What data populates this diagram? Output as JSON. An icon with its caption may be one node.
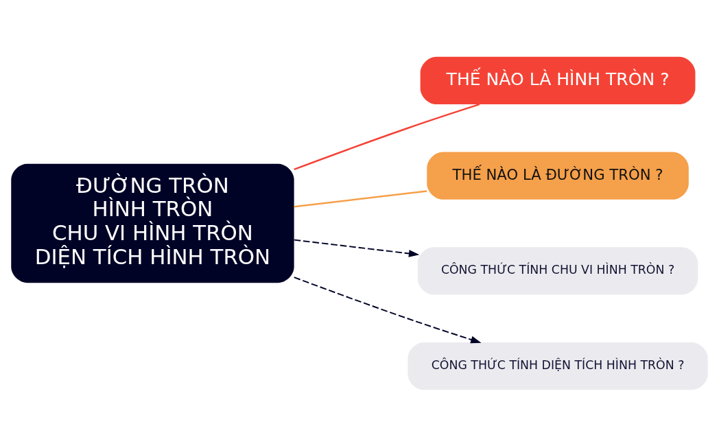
{
  "diagram": {
    "nodes": [
      {
        "text": [
          "ĐƯỜNG TRÒN",
          "HÌNH TRÒN",
          "CHU VI HÌNH TRÒN",
          "DIỆN TÍCH HÌNH TRÒN"
        ]
      },
      {
        "text": [
          "THẾ NÀO LÀ HÌNH TRÒN ?"
        ]
      },
      {
        "text": [
          "THẾ NÀO LÀ ĐƯỜNG TRÒN ?"
        ]
      },
      {
        "text": [
          "CÔNG THỨC TÍNH CHU VI HÌNH TRÒN ?"
        ]
      },
      {
        "text": [
          "CÔNG THỨC TÍNH DIỆN TÍCH HÌNH TRÒN ?"
        ]
      }
    ],
    "edges": [
      {
        "from": 0,
        "to": 1,
        "arrow": "none",
        "color": "#f44336"
      },
      {
        "from": 0,
        "to": 2,
        "arrow": "none",
        "color": "#f5a04a"
      },
      {
        "from": 0,
        "to": 3,
        "arrow": "to",
        "style": "dashed"
      },
      {
        "from": 0,
        "to": 4,
        "arrow": "to",
        "style": "dashed"
      }
    ]
  }
}
